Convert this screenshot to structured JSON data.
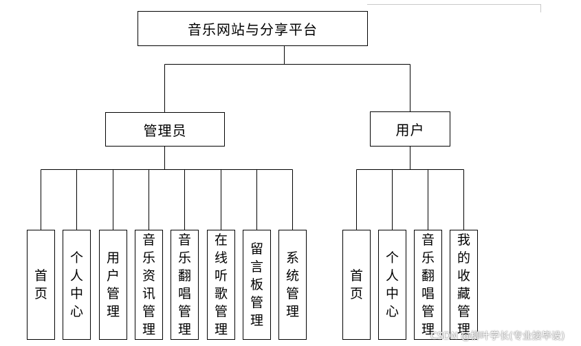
{
  "diagram": {
    "root": "音乐网站与分享平台",
    "branches": [
      {
        "label": "管理员",
        "items": [
          "首页",
          "个人中心",
          "用户管理",
          "音乐资讯管理",
          "音乐翻唱管理",
          "在线听歌管理",
          "留言板管理",
          "系统管理"
        ]
      },
      {
        "label": "用户",
        "items": [
          "首页",
          "个人中心",
          "音乐翻唱管理",
          "我的收藏管理"
        ]
      }
    ]
  },
  "watermark": "CSDN @柳叶学长(专业接毕设)"
}
